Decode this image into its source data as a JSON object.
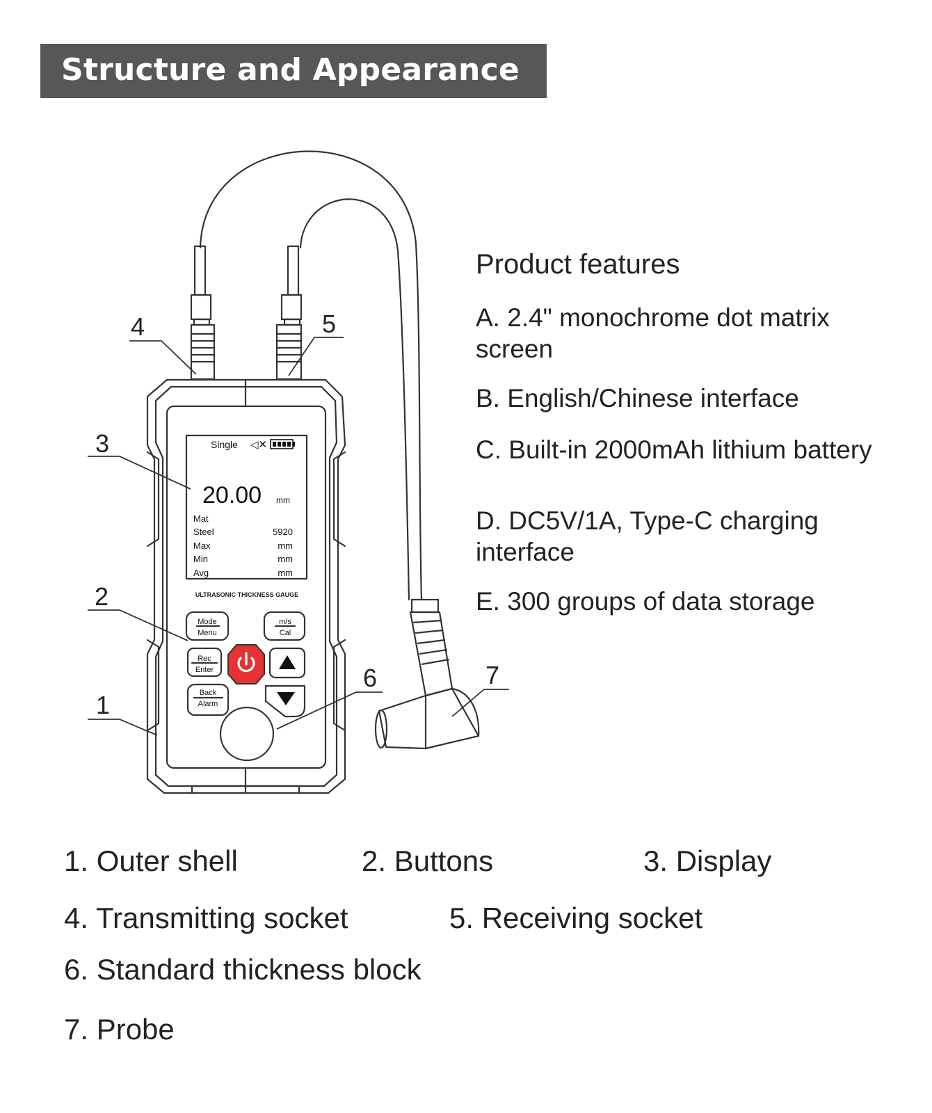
{
  "banner": {
    "title": "Structure and Appearance"
  },
  "features": {
    "heading": "Product features",
    "items": [
      "A. 2.4\" monochrome dot matrix screen",
      "B. English/Chinese interface",
      "C. Built-in 2000mAh lithium battery",
      "D. DC5V/1A, Type-C charging interface",
      "E. 300 groups of data storage"
    ]
  },
  "callouts": [
    "1",
    "2",
    "3",
    "4",
    "5",
    "6",
    "7"
  ],
  "device": {
    "screen": {
      "mode": "Single",
      "reading": "20.00",
      "reading_unit": "mm",
      "rows": [
        {
          "label": "Mat",
          "value": ""
        },
        {
          "label": "Steel",
          "value": "5920"
        },
        {
          "label": "Max",
          "value": "mm"
        },
        {
          "label": "Min",
          "value": "mm"
        },
        {
          "label": "Avg",
          "value": "mm"
        }
      ]
    },
    "product_label": "ULTRASONIC THICKNESS GAUGE",
    "buttons": {
      "mode_menu": [
        "Mode",
        "Menu"
      ],
      "ms_cal": [
        "m/s",
        "Cal"
      ],
      "rec_enter": [
        "Rec",
        "Enter"
      ],
      "back_alarm": [
        "Back",
        "Alarm"
      ]
    }
  },
  "legend": [
    "1. Outer shell",
    "2. Buttons",
    "3. Display",
    "4. Transmitting socket",
    "5. Receiving socket",
    "6. Standard thickness block",
    "7. Probe"
  ]
}
